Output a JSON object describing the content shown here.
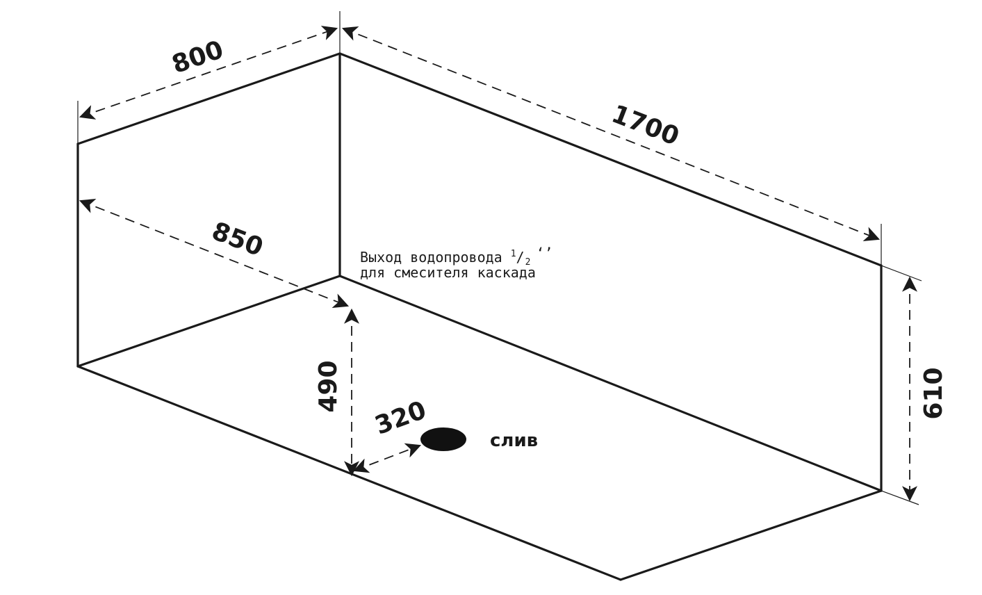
{
  "dimensions": {
    "width_top": "800",
    "length": "1700",
    "width_bottom": "850",
    "height_left": "490",
    "drain_offset": "320",
    "height_right": "610"
  },
  "annotations": {
    "water_outlet_line1_prefix": "Выход водопровода",
    "water_outlet_fraction_num": "1",
    "water_outlet_fraction_slash": "/",
    "water_outlet_fraction_den": "2",
    "water_outlet_inch_mark": "‘’",
    "water_outlet_line2": "для смесителя каскада",
    "drain_label": "слив"
  },
  "colors": {
    "line": "#1a1a1a",
    "background": "#ffffff"
  }
}
